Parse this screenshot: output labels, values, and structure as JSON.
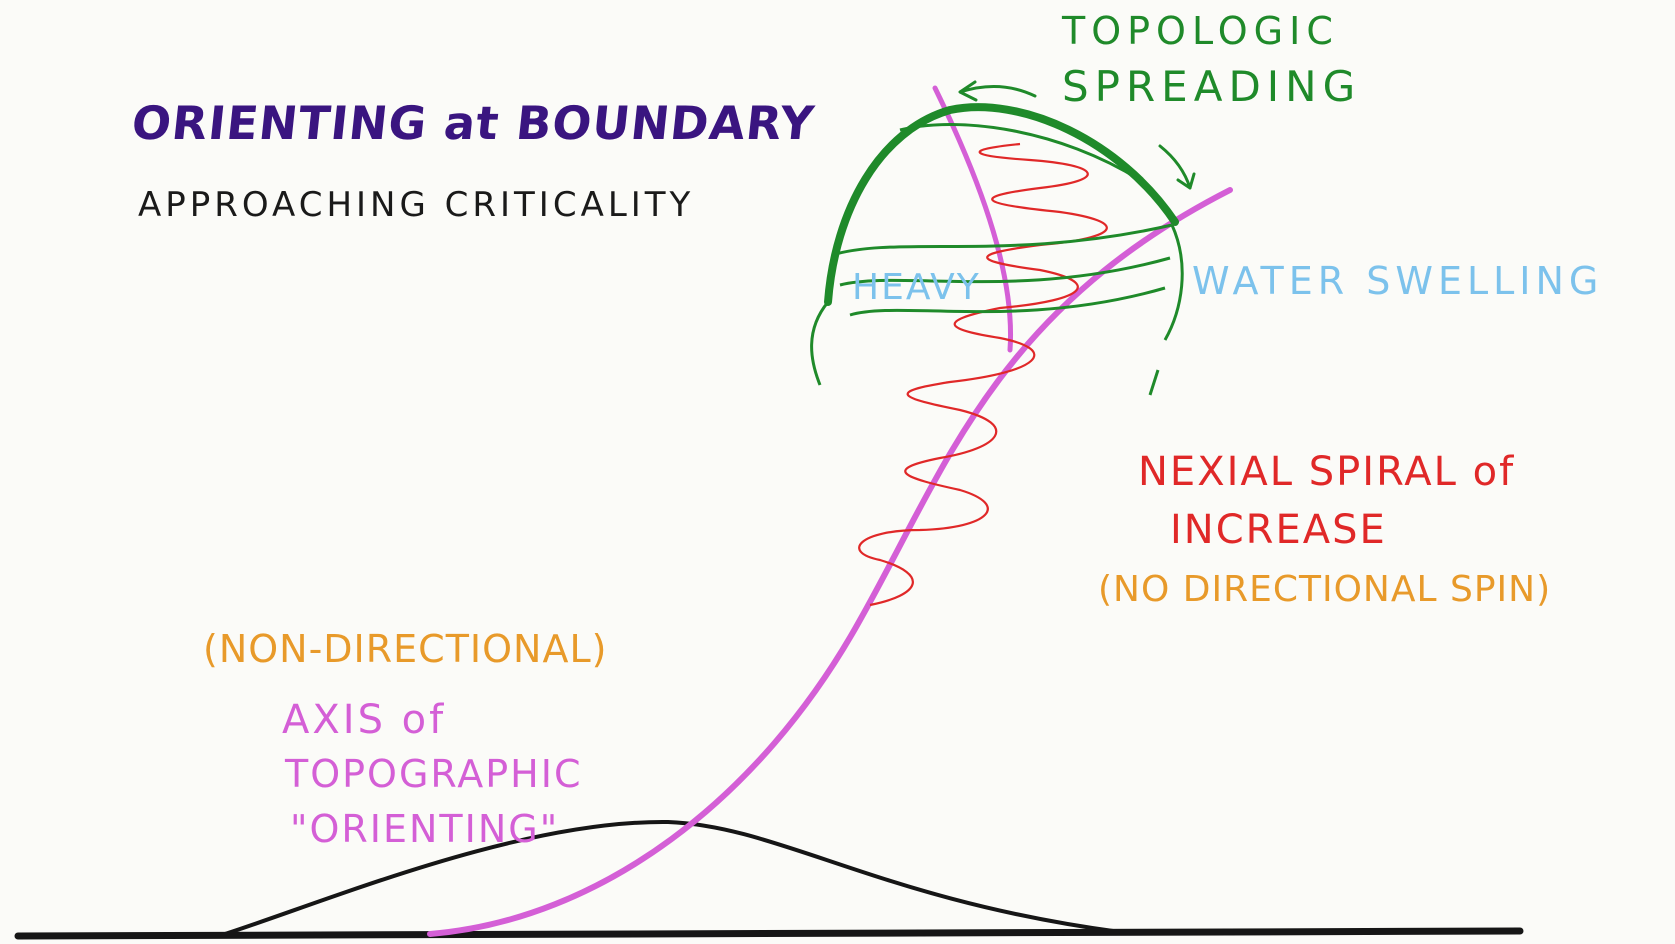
{
  "title": "ORIENTING at BOUNDARY",
  "subtitle": "APPROACHING CRITICALITY",
  "labels": {
    "topologic_line1": "TOPOLOGIC",
    "topologic_line2": "SPREADING",
    "heavy": "HEAVY",
    "water_swelling": "WATER SWELLING",
    "nexial_line1": "NEXIAL SPIRAL of",
    "nexial_line2": "INCREASE",
    "nexial_line3": "(NO DIRECTIONAL SPIN)",
    "non_directional": "(NON-DIRECTIONAL)",
    "axis_line1": "AXIS of",
    "axis_line2": "TOPOGRAPHIC",
    "axis_line3": "\"ORIENTING\""
  },
  "colors": {
    "title": "#3a1580",
    "subtitle": "#1a1a1a",
    "green": "#1f8a2a",
    "blue": "#7cc2ec",
    "red": "#e02828",
    "orange": "#e89a2a",
    "magenta": "#d45fd6",
    "black": "#161616"
  }
}
